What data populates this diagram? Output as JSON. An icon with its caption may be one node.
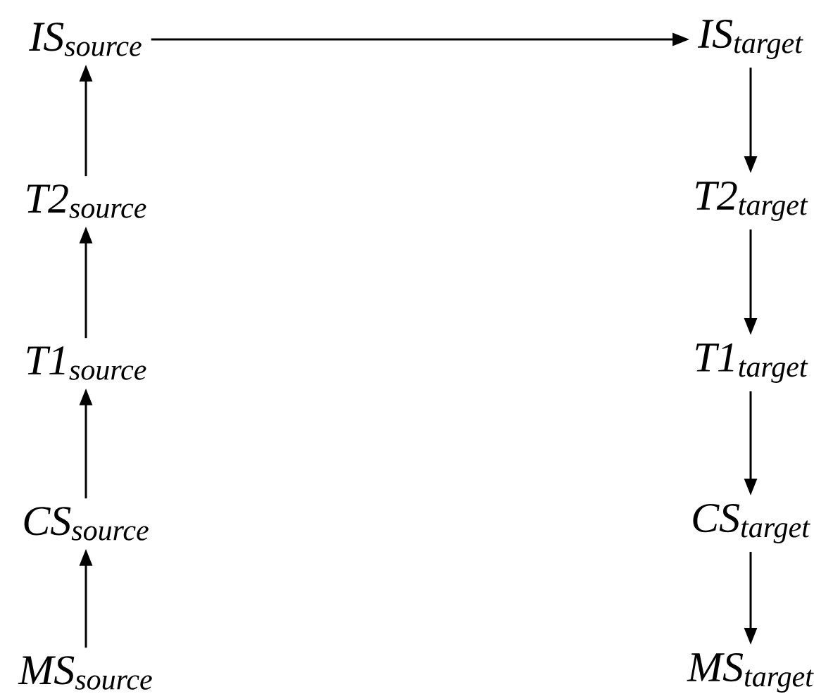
{
  "diagram": {
    "nodes": [
      {
        "text": [
          "IS$_{source}$"
        ]
      },
      {
        "text": [
          "IS$_{target}$"
        ]
      },
      {
        "text": [
          "T2$_{source}$"
        ]
      },
      {
        "text": [
          "T2$_{target}$"
        ]
      },
      {
        "text": [
          "T1$_{source}$"
        ]
      },
      {
        "text": [
          "T1$_{target}$"
        ]
      },
      {
        "text": [
          "CS$_{source}$"
        ]
      },
      {
        "text": [
          "CS$_{target}$"
        ]
      },
      {
        "text": [
          "MS$_{source}$"
        ]
      },
      {
        "text": [
          "MS$_{target}$"
        ]
      }
    ],
    "edges": [
      {
        "from": 8,
        "to": 6,
        "arrow": "to"
      },
      {
        "from": 6,
        "to": 4,
        "arrow": "to"
      },
      {
        "from": 4,
        "to": 2,
        "arrow": "to"
      },
      {
        "from": 2,
        "to": 0,
        "arrow": "to"
      },
      {
        "from": 0,
        "to": 1,
        "arrow": "to"
      },
      {
        "from": 1,
        "to": 3,
        "arrow": "to"
      },
      {
        "from": 3,
        "to": 5,
        "arrow": "to"
      },
      {
        "from": 5,
        "to": 7,
        "arrow": "to"
      },
      {
        "from": 7,
        "to": 9,
        "arrow": "to"
      }
    ]
  }
}
